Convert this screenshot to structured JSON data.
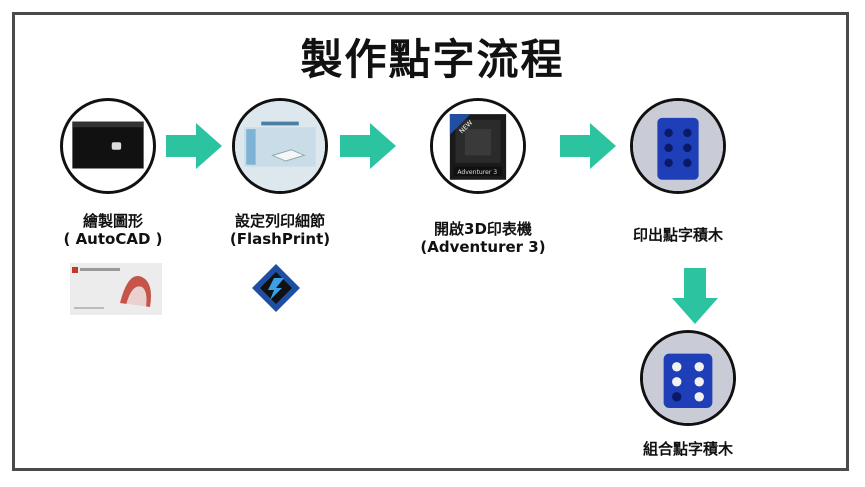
{
  "title": "製作點字流程",
  "steps": [
    {
      "line1": "繪製圖形",
      "line2": "( AutoCAD )"
    },
    {
      "line1": "設定列印細節",
      "line2": "(FlashPrint)"
    },
    {
      "line1": "開啟3D印表機",
      "line2": "(Adventurer 3)"
    },
    {
      "line1": "印出點字積木"
    },
    {
      "line1": "組合點字積木"
    }
  ],
  "screen_text": {
    "adventurer_label": "Adventurer 3",
    "new_badge": "NEW"
  },
  "colors": {
    "arrow": "#2cc4a0",
    "border": "#4a4a4a",
    "braille_block": "#1f3fb8",
    "autocad_red": "#c0392b"
  }
}
